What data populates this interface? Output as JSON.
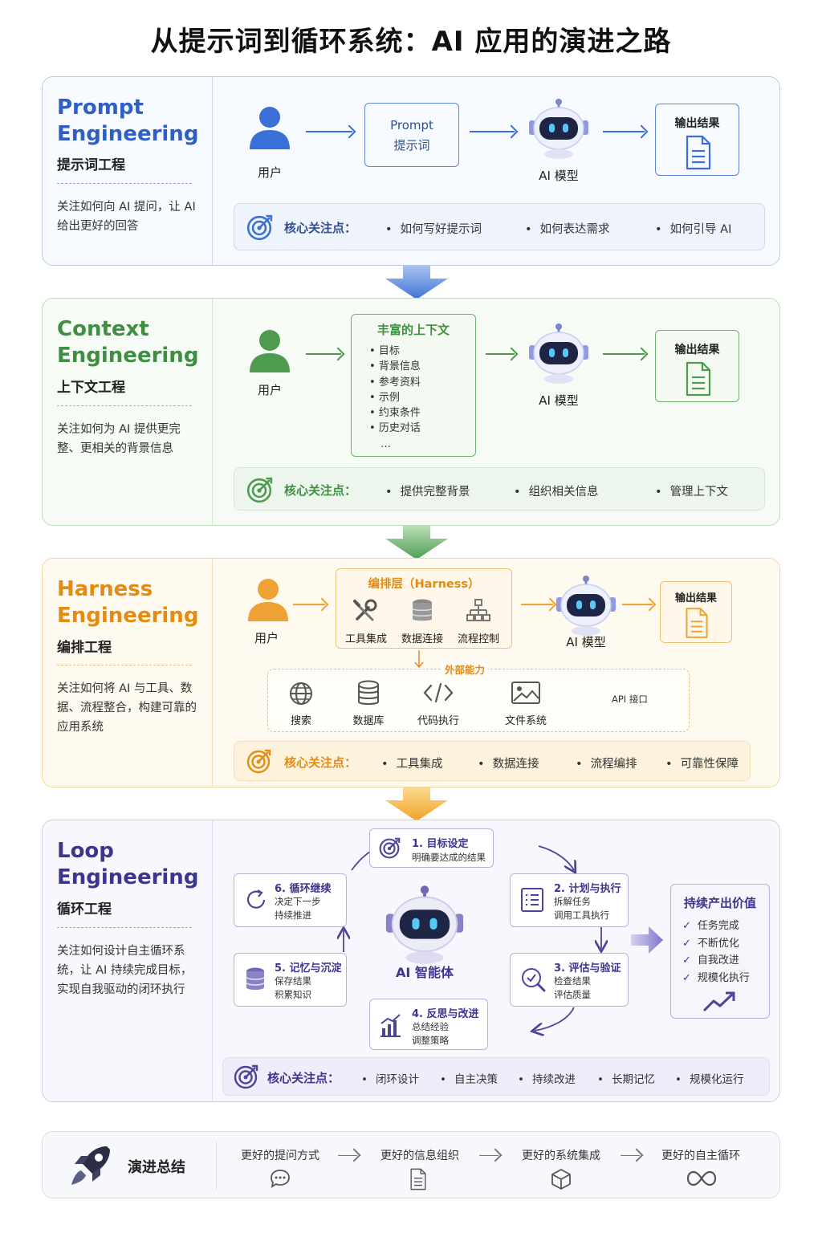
{
  "title": "从提示词到循环系统：AI 应用的演进之路",
  "focus_label": "核心关注点：",
  "output_label": "输出结果",
  "user_label": "用户",
  "model_label": "AI 模型",
  "prompt_section": {
    "title_line1": "Prompt",
    "title_line2": "Engineering",
    "cn": "提示词工程",
    "desc": "关注如何向 AI 提问，让 AI 给出更好的回答",
    "box_en": "Prompt",
    "box_cn": "提示词",
    "focus": [
      "如何写好提示词",
      "如何表达需求",
      "如何引导 AI"
    ]
  },
  "context_section": {
    "title_line1": "Context",
    "title_line2": "Engineering",
    "cn": "上下文工程",
    "desc": "关注如何为 AI 提供更完整、更相关的背景信息",
    "box_title": "丰富的上下文",
    "box_items": [
      "目标",
      "背景信息",
      "参考资料",
      "示例",
      "约束条件",
      "历史对话"
    ],
    "box_more": "…",
    "focus": [
      "提供完整背景",
      "组织相关信息",
      "管理上下文"
    ]
  },
  "harness_section": {
    "title_line1": "Harness",
    "title_line2": "Engineering",
    "cn": "编排工程",
    "desc": "关注如何将 AI 与工具、数据、流程整合，构建可靠的应用系统",
    "layer_title": "编排层（Harness）",
    "layer_items": [
      "工具集成",
      "数据连接",
      "流程控制"
    ],
    "external_label": "外部能力",
    "external_items": [
      "搜索",
      "数据库",
      "代码执行",
      "文件系统",
      "API 接口"
    ],
    "focus": [
      "工具集成",
      "数据连接",
      "流程编排",
      "可靠性保障"
    ]
  },
  "loop_section": {
    "title_line1": "Loop",
    "title_line2": "Engineering",
    "cn": "循环工程",
    "desc": "关注如何设计自主循环系统，让 AI 持续完成目标，实现自我驱动的闭环执行",
    "agent_label": "AI 智能体",
    "steps": [
      {
        "title": "1. 目标设定",
        "sub": [
          "明确要达成的结果"
        ]
      },
      {
        "title": "2. 计划与执行",
        "sub": [
          "拆解任务",
          "调用工具执行"
        ]
      },
      {
        "title": "3. 评估与验证",
        "sub": [
          "检查结果",
          "评估质量"
        ]
      },
      {
        "title": "4. 反思与改进",
        "sub": [
          "总结经验",
          "调整策略"
        ]
      },
      {
        "title": "5. 记忆与沉淀",
        "sub": [
          "保存结果",
          "积累知识"
        ]
      },
      {
        "title": "6. 循环继续",
        "sub": [
          "决定下一步",
          "持续推进"
        ]
      }
    ],
    "value_title": "持续产出价值",
    "value_items": [
      "任务完成",
      "不断优化",
      "自我改进",
      "规模化执行"
    ],
    "focus": [
      "闭环设计",
      "自主决策",
      "持续改进",
      "长期记忆",
      "规模化运行"
    ]
  },
  "summary": {
    "label": "演进总结",
    "items": [
      "更好的提问方式",
      "更好的信息组织",
      "更好的系统集成",
      "更好的自主循环"
    ]
  },
  "colors": {
    "blue": "#2f5fc4",
    "green": "#3f8f43",
    "orange": "#e58b12",
    "purple": "#3b3590"
  }
}
